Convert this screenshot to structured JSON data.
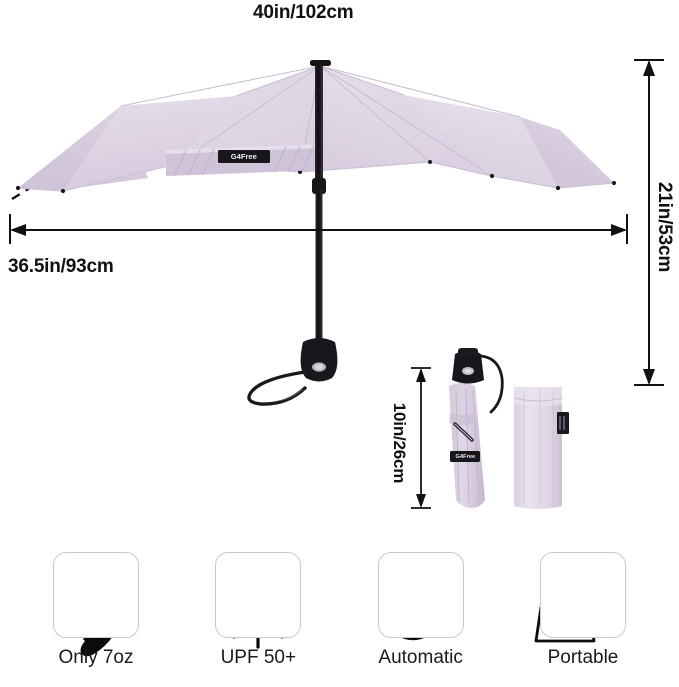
{
  "image": {
    "kind": "product-dimension-infographic",
    "product": "compact automatic travel umbrella",
    "background_color": "#ffffff",
    "canopy_color": "#ddd3e3",
    "hardware_color": "#141318"
  },
  "dimensions": {
    "canopy_arc": {
      "label": "40in/102cm",
      "orientation": "horizontal",
      "position": "top"
    },
    "canopy_width": {
      "label": "36.5in/93cm",
      "orientation": "horizontal",
      "position": "left-below-canopy"
    },
    "open_height": {
      "label": "21in/53cm",
      "orientation": "vertical",
      "position": "right"
    },
    "folded_length": {
      "label": "10in/26cm",
      "orientation": "vertical",
      "position": "center-right"
    }
  },
  "brand": {
    "canopy_tag_text": "G4Free",
    "folded_tag_text": "G4Free",
    "sleeve_tag_text": "G4Free"
  },
  "features": [
    {
      "icon": "feather-icon",
      "label": "Only 7oz"
    },
    {
      "icon": "sun-icon",
      "label": "UPF 50+"
    },
    {
      "icon": "auto-open-close-icon",
      "label": "Automatic"
    },
    {
      "icon": "handbag-icon",
      "label": "Portable"
    }
  ]
}
